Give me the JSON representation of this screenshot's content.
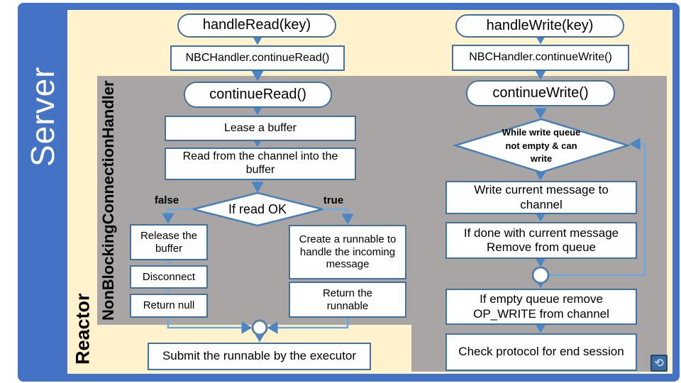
{
  "lanes": {
    "server_label": "Server",
    "reactor_label": "Reactor",
    "handler_label": "NonBlockingConnectionHandler"
  },
  "read_flow": {
    "entry_label": "handleRead(key)",
    "delegate_label": "NBCHandler.continueRead()",
    "method_label": "continueRead()",
    "lease_step": "Lease a buffer",
    "read_step": "Read from the channel into the buffer",
    "decision_label": "If read OK",
    "false_label": "false",
    "true_label": "true",
    "false_branch": [
      "Release the buffer",
      "Disconnect",
      "Return null"
    ],
    "true_branch": [
      "Create a runnable to handle the incoming message",
      "Return the runnable"
    ],
    "submit_step": "Submit the runnable by the executor"
  },
  "write_flow": {
    "entry_label": "handleWrite(key)",
    "delegate_label": "NBCHandler.continueWrite()",
    "method_label": "continueWrite()",
    "loop_condition": "While write queue not empty & can write",
    "write_step": "Write current message to channel",
    "dequeue_step": "If done with current message Remove from queue",
    "unregister_step": "If empty queue remove OP_WRITE from  channel",
    "check_step": "Check protocol for end session"
  },
  "icons": {
    "return_icon": "⟲"
  },
  "colors": {
    "frame_blue": "#4472C4",
    "panel_cream": "#FFF2CC",
    "panel_gray": "#A9A5A5",
    "box_border": "#41719C",
    "connector_blue": "#6FA8DC",
    "arrowhead_blue": "#4A86C6"
  }
}
